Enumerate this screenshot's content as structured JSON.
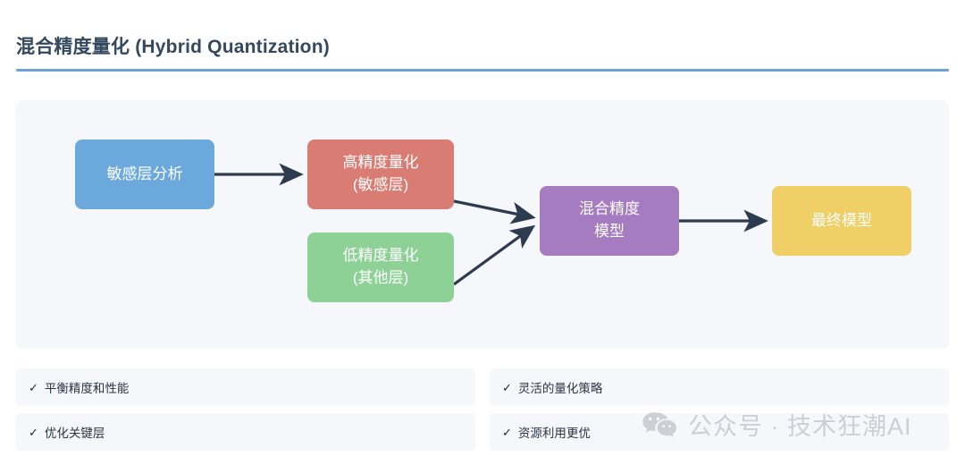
{
  "header": {
    "title": "混合精度量化 (Hybrid Quantization)",
    "rule_color": "#6ba3d6"
  },
  "diagram": {
    "background": "#f5f7fa",
    "arrow_color": "#2d3b4e",
    "nodes": [
      {
        "id": "sensitive-analysis",
        "label": "敏感层分析",
        "color": "#6ba8dc"
      },
      {
        "id": "high-precision",
        "label": "高精度量化\n(敏感层)",
        "color": "#d97c74"
      },
      {
        "id": "low-precision",
        "label": "低精度量化\n(其他层)",
        "color": "#8ed197"
      },
      {
        "id": "mixed-model",
        "label": "混合精度\n模型",
        "color": "#a57cc0"
      },
      {
        "id": "final-model",
        "label": "最终模型",
        "color": "#efcf66"
      }
    ],
    "edges": [
      {
        "from": "sensitive-analysis",
        "to": "high-precision"
      },
      {
        "from": "high-precision",
        "to": "mixed-model"
      },
      {
        "from": "low-precision",
        "to": "mixed-model"
      },
      {
        "from": "mixed-model",
        "to": "final-model"
      }
    ]
  },
  "benefits": {
    "check_glyph": "✓",
    "items": [
      {
        "label": "平衡精度和性能"
      },
      {
        "label": "灵活的量化策略"
      },
      {
        "label": "优化关键层"
      },
      {
        "label": "资源利用更优"
      }
    ]
  },
  "watermark": {
    "text": "公众号 · 技术狂潮AI",
    "icon": "wechat-icon",
    "color": "#c9cbd1"
  }
}
